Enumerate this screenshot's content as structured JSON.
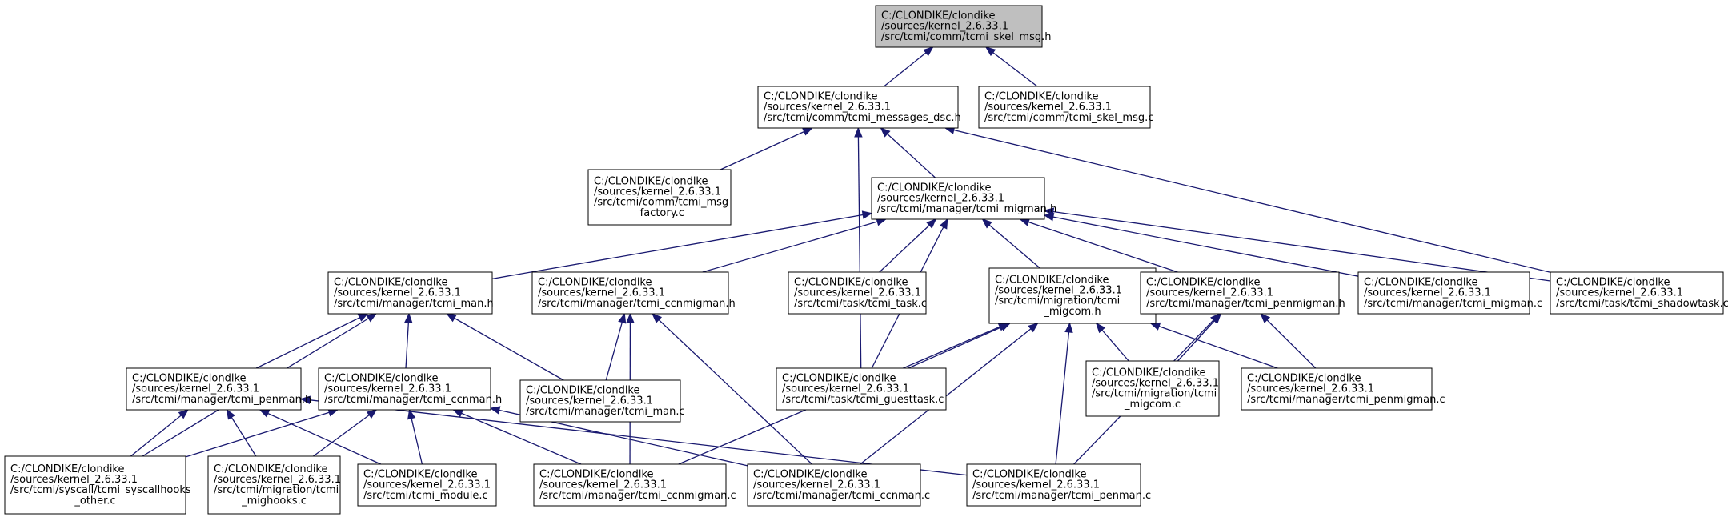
{
  "colors": {
    "edge": "#191970",
    "root_fill": "#bfbfbf",
    "node_fill": "#ffffff",
    "border": "#000000"
  },
  "nodes": [
    {
      "id": "skel_msg_h",
      "lines": [
        "C:/CLONDIKE/clondike",
        "/sources/kernel_2.6.33.1",
        "/src/tcmi/comm/tcmi_skel_msg.h"
      ],
      "highlighted": true
    },
    {
      "id": "messages_dsc_h",
      "lines": [
        "C:/CLONDIKE/clondike",
        "/sources/kernel_2.6.33.1",
        "/src/tcmi/comm/tcmi_messages_dsc.h"
      ]
    },
    {
      "id": "skel_msg_c",
      "lines": [
        "C:/CLONDIKE/clondike",
        "/sources/kernel_2.6.33.1",
        "/src/tcmi/comm/tcmi_skel_msg.c"
      ]
    },
    {
      "id": "msg_factory_c",
      "lines": [
        "C:/CLONDIKE/clondike",
        "/sources/kernel_2.6.33.1",
        "/src/tcmi/comm/tcmi_msg",
        "_factory.c"
      ]
    },
    {
      "id": "migman_h",
      "lines": [
        "C:/CLONDIKE/clondike",
        "/sources/kernel_2.6.33.1",
        "/src/tcmi/manager/tcmi_migman.h"
      ]
    },
    {
      "id": "man_h",
      "lines": [
        "C:/CLONDIKE/clondike",
        "/sources/kernel_2.6.33.1",
        "/src/tcmi/manager/tcmi_man.h"
      ]
    },
    {
      "id": "ccnmigman_h",
      "lines": [
        "C:/CLONDIKE/clondike",
        "/sources/kernel_2.6.33.1",
        "/src/tcmi/manager/tcmi_ccnmigman.h"
      ]
    },
    {
      "id": "task_c",
      "lines": [
        "C:/CLONDIKE/clondike",
        "/sources/kernel_2.6.33.1",
        "/src/tcmi/task/tcmi_task.c"
      ]
    },
    {
      "id": "migcom_h",
      "lines": [
        "C:/CLONDIKE/clondike",
        "/sources/kernel_2.6.33.1",
        "/src/tcmi/migration/tcmi",
        "_migcom.h"
      ]
    },
    {
      "id": "penmigman_h",
      "lines": [
        "C:/CLONDIKE/clondike",
        "/sources/kernel_2.6.33.1",
        "/src/tcmi/manager/tcmi_penmigman.h"
      ]
    },
    {
      "id": "migman_c",
      "lines": [
        "C:/CLONDIKE/clondike",
        "/sources/kernel_2.6.33.1",
        "/src/tcmi/manager/tcmi_migman.c"
      ]
    },
    {
      "id": "shadowtask_c",
      "lines": [
        "C:/CLONDIKE/clondike",
        "/sources/kernel_2.6.33.1",
        "/src/tcmi/task/tcmi_shadowtask.c"
      ]
    },
    {
      "id": "penman_h",
      "lines": [
        "C:/CLONDIKE/clondike",
        "/sources/kernel_2.6.33.1",
        "/src/tcmi/manager/tcmi_penman.h"
      ]
    },
    {
      "id": "ccnman_h",
      "lines": [
        "C:/CLONDIKE/clondike",
        "/sources/kernel_2.6.33.1",
        "/src/tcmi/manager/tcmi_ccnman.h"
      ]
    },
    {
      "id": "man_c",
      "lines": [
        "C:/CLONDIKE/clondike",
        "/sources/kernel_2.6.33.1",
        "/src/tcmi/manager/tcmi_man.c"
      ]
    },
    {
      "id": "guesttask_c",
      "lines": [
        "C:/CLONDIKE/clondike",
        "/sources/kernel_2.6.33.1",
        "/src/tcmi/task/tcmi_guesttask.c"
      ]
    },
    {
      "id": "migcom_c",
      "lines": [
        "C:/CLONDIKE/clondike",
        "/sources/kernel_2.6.33.1",
        "/src/tcmi/migration/tcmi",
        "_migcom.c"
      ]
    },
    {
      "id": "penmigman_c",
      "lines": [
        "C:/CLONDIKE/clondike",
        "/sources/kernel_2.6.33.1",
        "/src/tcmi/manager/tcmi_penmigman.c"
      ]
    },
    {
      "id": "syscallhooks_other_c",
      "lines": [
        "C:/CLONDIKE/clondike",
        "/sources/kernel_2.6.33.1",
        "/src/tcmi/syscall/tcmi_syscallhooks",
        "_other.c"
      ]
    },
    {
      "id": "mighooks_c",
      "lines": [
        "C:/CLONDIKE/clondike",
        "/sources/kernel_2.6.33.1",
        "/src/tcmi/migration/tcmi",
        "_mighooks.c"
      ]
    },
    {
      "id": "module_c",
      "lines": [
        "C:/CLONDIKE/clondike",
        "/sources/kernel_2.6.33.1",
        "/src/tcmi/tcmi_module.c"
      ]
    },
    {
      "id": "ccnmigman_c",
      "lines": [
        "C:/CLONDIKE/clondike",
        "/sources/kernel_2.6.33.1",
        "/src/tcmi/manager/tcmi_ccnmigman.c"
      ]
    },
    {
      "id": "ccnman_c",
      "lines": [
        "C:/CLONDIKE/clondike",
        "/sources/kernel_2.6.33.1",
        "/src/tcmi/manager/tcmi_ccnman.c"
      ]
    },
    {
      "id": "penman_c",
      "lines": [
        "C:/CLONDIKE/clondike",
        "/sources/kernel_2.6.33.1",
        "/src/tcmi/manager/tcmi_penman.c"
      ]
    }
  ],
  "edges": [
    {
      "from": "messages_dsc_h",
      "to": "skel_msg_h"
    },
    {
      "from": "skel_msg_c",
      "to": "skel_msg_h"
    },
    {
      "from": "msg_factory_c",
      "to": "messages_dsc_h"
    },
    {
      "from": "migman_h",
      "to": "messages_dsc_h"
    },
    {
      "from": "guesttask_c",
      "to": "messages_dsc_h"
    },
    {
      "from": "shadowtask_c",
      "to": "messages_dsc_h"
    },
    {
      "from": "man_h",
      "to": "migman_h"
    },
    {
      "from": "ccnmigman_h",
      "to": "migman_h"
    },
    {
      "from": "task_c",
      "to": "migman_h"
    },
    {
      "from": "migcom_h",
      "to": "migman_h"
    },
    {
      "from": "penmigman_h",
      "to": "migman_h"
    },
    {
      "from": "migman_c",
      "to": "migman_h"
    },
    {
      "from": "shadowtask_c",
      "to": "migman_h"
    },
    {
      "from": "guesttask_c",
      "to": "migman_h"
    },
    {
      "from": "penman_h",
      "to": "man_h"
    },
    {
      "from": "ccnman_h",
      "to": "man_h"
    },
    {
      "from": "man_c",
      "to": "man_h"
    },
    {
      "from": "syscallhooks_other_c",
      "to": "man_h"
    },
    {
      "from": "man_c",
      "to": "ccnmigman_h"
    },
    {
      "from": "ccnmigman_c",
      "to": "ccnmigman_h"
    },
    {
      "from": "ccnman_c",
      "to": "ccnmigman_h"
    },
    {
      "from": "guesttask_c",
      "to": "migcom_h"
    },
    {
      "from": "migcom_c",
      "to": "migcom_h"
    },
    {
      "from": "penmigman_c",
      "to": "migcom_h"
    },
    {
      "from": "ccnmigman_c",
      "to": "migcom_h"
    },
    {
      "from": "ccnman_c",
      "to": "migcom_h"
    },
    {
      "from": "penman_c",
      "to": "migcom_h"
    },
    {
      "from": "migcom_c",
      "to": "penmigman_h"
    },
    {
      "from": "penmigman_c",
      "to": "penmigman_h"
    },
    {
      "from": "penman_c",
      "to": "penmigman_h"
    },
    {
      "from": "syscallhooks_other_c",
      "to": "penman_h"
    },
    {
      "from": "mighooks_c",
      "to": "penman_h"
    },
    {
      "from": "module_c",
      "to": "penman_h"
    },
    {
      "from": "penman_c",
      "to": "penman_h"
    },
    {
      "from": "syscallhooks_other_c",
      "to": "ccnman_h"
    },
    {
      "from": "mighooks_c",
      "to": "ccnman_h"
    },
    {
      "from": "module_c",
      "to": "ccnman_h"
    },
    {
      "from": "ccnmigman_c",
      "to": "ccnman_h"
    },
    {
      "from": "ccnman_c",
      "to": "ccnman_h"
    }
  ]
}
